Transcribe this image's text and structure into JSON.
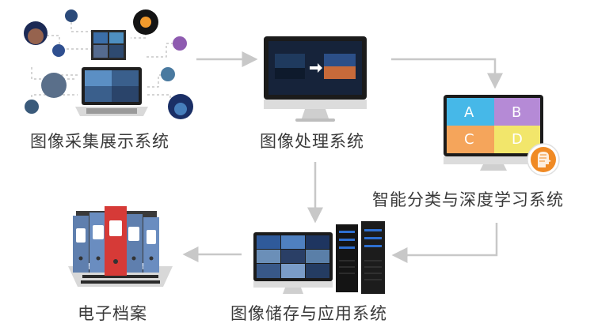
{
  "nodes": {
    "collect": {
      "label": "图像采集展示系统"
    },
    "process": {
      "label": "图像处理系统"
    },
    "classify": {
      "label": "智能分类与深度学习系统"
    },
    "storage": {
      "label": "图像储存与应用系统"
    },
    "archive": {
      "label": "电子档案"
    }
  },
  "quadrants": {
    "a": "A",
    "b": "B",
    "c": "C",
    "d": "D"
  },
  "colors": {
    "arrow": "#c8c8c8",
    "quad_a": "#46b8e8",
    "quad_b": "#b58ad6",
    "quad_c": "#f5a55b",
    "quad_d": "#f2e66b",
    "brain_badge": "#f08a24",
    "binder_red": "#d63a37",
    "binder_blue": "#5f7fae"
  },
  "icons": [
    "laptop-icon",
    "monitor-icon",
    "brain-icon",
    "server-icon",
    "binder-icon"
  ]
}
